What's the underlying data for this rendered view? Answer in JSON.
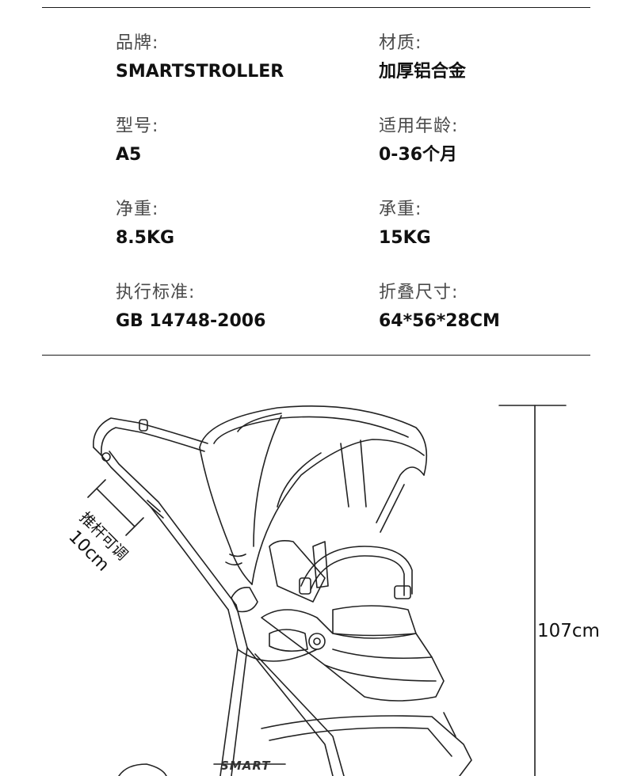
{
  "specs": {
    "brand": {
      "label": "品牌:",
      "value": "SMARTSTROLLER"
    },
    "material": {
      "label": "材质:",
      "value": "加厚铝合金"
    },
    "model": {
      "label": "型号:",
      "value": "A5"
    },
    "age": {
      "label": "适用年龄:",
      "value": "0-36个月"
    },
    "net_weight": {
      "label": "净重:",
      "value": "8.5KG"
    },
    "load": {
      "label": "承重:",
      "value": "15KG"
    },
    "standard": {
      "label": "执行标准:",
      "value": "GB 14748-2006"
    },
    "folded_size": {
      "label": "折叠尺寸:",
      "value": "64*56*28CM"
    }
  },
  "diagram": {
    "handle_adjust_text": "推杆可调",
    "handle_adjust_value": "10cm",
    "height_value": "107cm",
    "brand_mark": "SMART"
  }
}
